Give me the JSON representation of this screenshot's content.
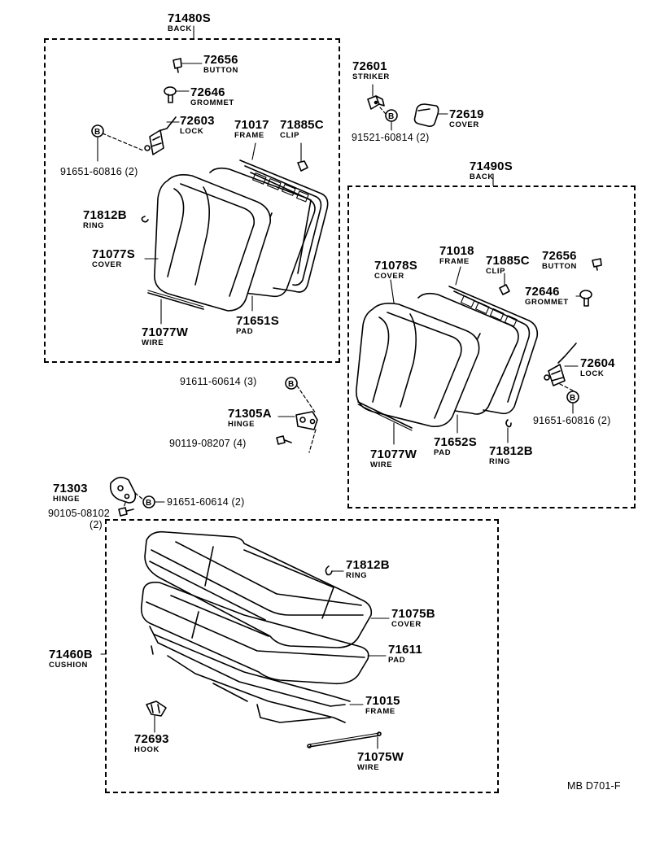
{
  "diagram": {
    "code": "MB D701-F",
    "bolt_symbol": "B"
  },
  "groups": {
    "back_left": {
      "part": "71480S",
      "name": "BACK"
    },
    "back_right": {
      "part": "71490S",
      "name": "BACK"
    },
    "cushion": {
      "part": "71460B",
      "name": "CUSHION"
    }
  },
  "parts": {
    "p72656_l": {
      "part": "72656",
      "name": "BUTTON"
    },
    "p72646_l": {
      "part": "72646",
      "name": "GROMMET"
    },
    "p72603": {
      "part": "72603",
      "name": "LOCK"
    },
    "p71017": {
      "part": "71017",
      "name": "FRAME"
    },
    "p71885c_l": {
      "part": "71885C",
      "name": "CLIP"
    },
    "p71812b_l": {
      "part": "71812B",
      "name": "RING"
    },
    "p71077s": {
      "part": "71077S",
      "name": "COVER"
    },
    "p71651s": {
      "part": "71651S",
      "name": "PAD"
    },
    "p71077w_l": {
      "part": "71077W",
      "name": "WIRE"
    },
    "p72601": {
      "part": "72601",
      "name": "STRIKER"
    },
    "p72619": {
      "part": "72619",
      "name": "COVER"
    },
    "p71018": {
      "part": "71018",
      "name": "FRAME"
    },
    "p71885c_r": {
      "part": "71885C",
      "name": "CLIP"
    },
    "p72656_r": {
      "part": "72656",
      "name": "BUTTON"
    },
    "p71078s": {
      "part": "71078S",
      "name": "COVER"
    },
    "p72646_r": {
      "part": "72646",
      "name": "GROMMET"
    },
    "p72604": {
      "part": "72604",
      "name": "LOCK"
    },
    "p71305a": {
      "part": "71305A",
      "name": "HINGE"
    },
    "p71077w_r": {
      "part": "71077W",
      "name": "WIRE"
    },
    "p71652s": {
      "part": "71652S",
      "name": "PAD"
    },
    "p71812b_r": {
      "part": "71812B",
      "name": "RING"
    },
    "p71303": {
      "part": "71303",
      "name": "HINGE"
    },
    "p71812b_c": {
      "part": "71812B",
      "name": "RING"
    },
    "p71075b": {
      "part": "71075B",
      "name": "COVER"
    },
    "p71611": {
      "part": "71611",
      "name": "PAD"
    },
    "p71015": {
      "part": "71015",
      "name": "FRAME"
    },
    "p72693": {
      "part": "72693",
      "name": "HOOK"
    },
    "p71075w": {
      "part": "71075W",
      "name": "WIRE"
    }
  },
  "fasteners": {
    "f91651_60816_l": "91651-60816 (2)",
    "f91521_60814": "91521-60814 (2)",
    "f91611_60614": "91611-60614 (3)",
    "f90119_08207": "90119-08207 (4)",
    "f91651_60816_r": "91651-60816 (2)",
    "f91651_60614": "91651-60614 (2)",
    "f90105_08102": "90105-08102",
    "f90105_08102_qty": "(2)"
  }
}
